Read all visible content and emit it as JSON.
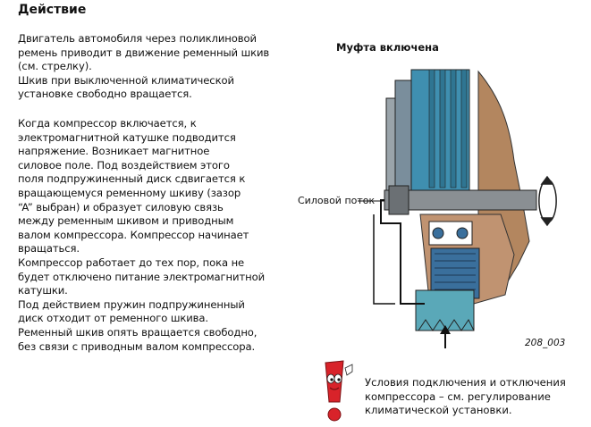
{
  "heading": "Действие",
  "paragraph1": [
    "Двигатель автомобиля через поликлиновой",
    "ремень приводит в движение ременный шкив",
    "(см. стрелку).",
    "Шкив при выключенной климатической",
    "установке свободно вращается."
  ],
  "paragraph2": [
    "Когда компрессор включается, к",
    "электромагнитной катушке подводится",
    "напряжение. Возникает магнитное",
    "силовое поле. Под воздействием этого",
    "поля подпружиненный диск сдвигается к",
    "вращающемуся ременному шкиву (зазор",
    "“A” выбран) и образует силовую связь",
    "между ременным шкивом и приводным",
    "валом компрессора. Компрессор начинает",
    "вращаться.",
    "Компрессор работает до тех пор, пока не",
    "будет отключено питание электромагнитной",
    "катушки.",
    "Под действием пружин подпружиненный",
    "диск отходит от ременного шкива.",
    "Ременный шкив опять вращается свободно,",
    "без связи с приводным валом компрессора."
  ],
  "figure": {
    "title": "Муфта включена",
    "label_force_flow": "Силовой поток",
    "figure_number": "208_003"
  },
  "note": [
    "Условия подключения и отключения",
    "компрессора – см. регулирование",
    "климатической установки."
  ],
  "icons": {
    "mascot": "exclamation-mascot-icon",
    "rotation": "rotation-arrow-icon",
    "drive_arrow": "up-arrow-icon"
  },
  "colors": {
    "mascot_red": "#d8232a",
    "housing_brown": "#b3865f",
    "pulley_blue": "#3f8fb0",
    "coil_blue": "#3a6f9c",
    "teal_belt": "#5aa8b8"
  }
}
